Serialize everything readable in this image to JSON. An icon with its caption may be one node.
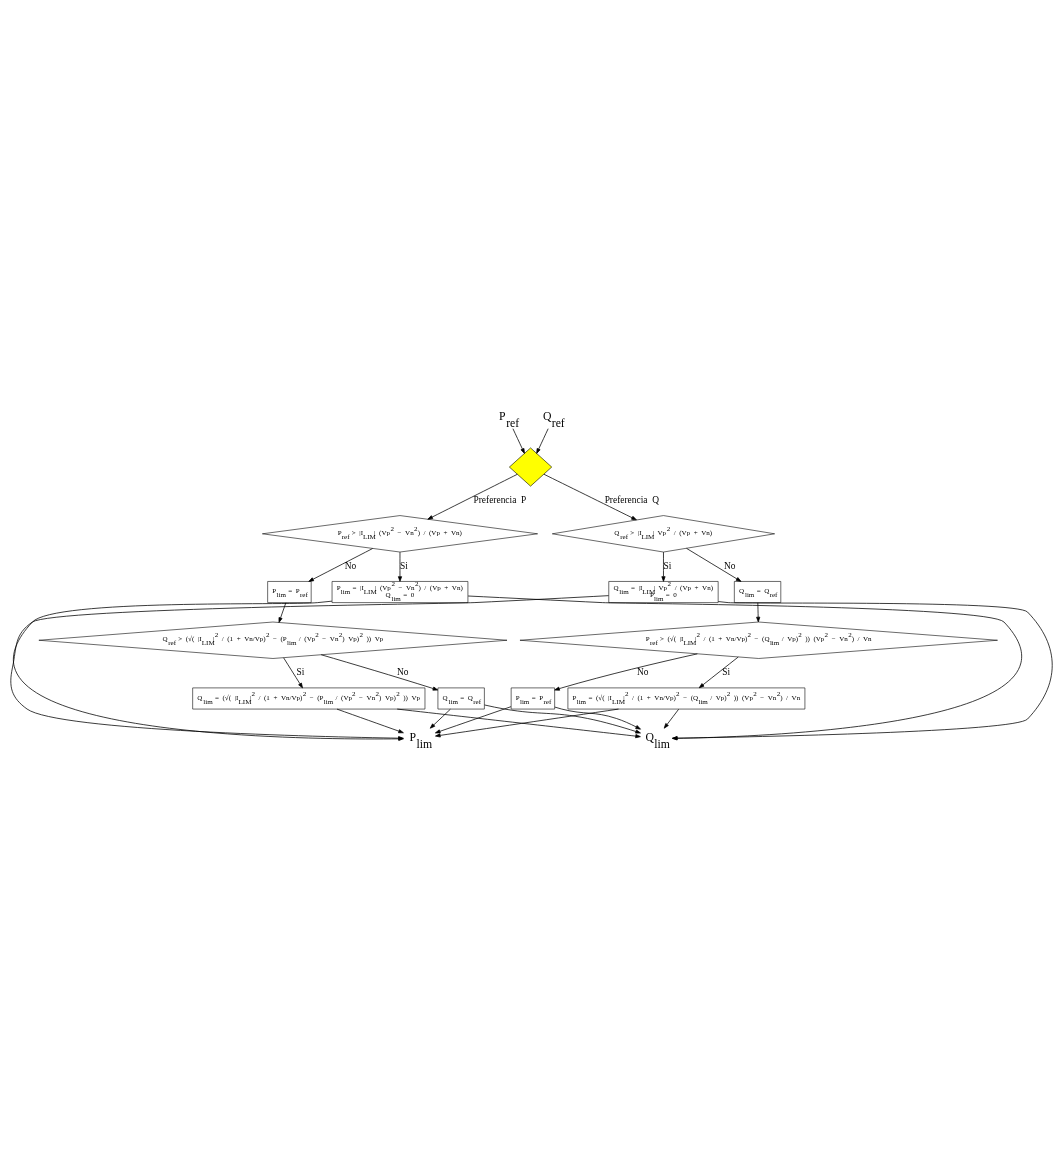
{
  "diagram": {
    "nodes": [
      {
        "text": [
          "P$_{ref}$"
        ]
      },
      {
        "text": [
          "Q$_{ref}$"
        ]
      },
      {
        "text": [],
        "shape": "diamond"
      },
      {
        "text": [
          "P$_{ref}$ > |I$_{LIM}$| (Vp$^{2}$ − Vn$^{2}$) / (Vp + Vn)"
        ]
      },
      {
        "text": [
          "Q$_{ref}$ > |I$_{LIM}$| Vp$^{2}$ / (Vp + Vn)"
        ]
      },
      {
        "text": [
          "P$_{lim}$ = P$_{ref}$"
        ]
      },
      {
        "text": [
          "P$_{lim}$ = |I$_{LIM}$| (Vp$^{2}$ − Vn$^{2}$) / (Vp + Vn)",
          "Q$_{lim}$ = 0"
        ]
      },
      {
        "text": [
          "Q$_{lim}$ = |I$_{LIM}$| Vp$^{2}$ / (Vp + Vn)",
          "P$_{lim}$ = 0"
        ]
      },
      {
        "text": [
          "Q$_{lim}$ = Q$_{ref}$"
        ]
      },
      {
        "text": [
          "Q$_{ref}$ > (√( |I$_{LIM}$|$^{2}$ / (1 + Vn/Vp)$^{2}$ − (P$_{lim}$ / (Vp$^{2}$ − Vn$^{2}$) Vp)$^{2}$ )) Vp"
        ]
      },
      {
        "text": [
          "P$_{ref}$ > (√( |I$_{LIM}$|$^{2}$ / (1 + Vn/Vp)$^{2}$ − (Q$_{lim}$ / Vp)$^{2}$ )) (Vp$^{2}$ − Vn$^{2}$) / Vn"
        ]
      },
      {
        "text": [
          "Q$_{lim}$ = (√( |I$_{LIM}$|$^{2}$ / (1 + Vn/Vp)$^{2}$ − (P$_{lim}$ / (Vp$^{2}$ − Vn$^{2}$) Vp)$^{2}$ )) Vp"
        ]
      },
      {
        "text": [
          "Q$_{lim}$ = Q$_{ref}$"
        ]
      },
      {
        "text": [
          "P$_{lim}$ = P$_{ref}$"
        ]
      },
      {
        "text": [
          "P$_{lim}$ = (√( |I$_{LIM}$|$^{2}$ / (1 + Vn/Vp)$^{2}$ − (Q$_{lim}$ / Vp)$^{2}$ )) (Vp$^{2}$ − Vn$^{2}$) / Vn"
        ]
      },
      {
        "text": [
          "P$_{lim}$"
        ]
      },
      {
        "text": [
          "Q$_{lim}$"
        ]
      }
    ],
    "edges": [
      {
        "from": 0,
        "to": 2,
        "arrow": "to"
      },
      {
        "from": 1,
        "to": 2,
        "arrow": "to"
      },
      {
        "from": 2,
        "to": 3,
        "arrow": "to",
        "label": "Preferencia P"
      },
      {
        "from": 2,
        "to": 4,
        "arrow": "to",
        "label": "Preferencia Q"
      },
      {
        "from": 3,
        "to": 6,
        "arrow": "to",
        "label": "Si"
      },
      {
        "from": 3,
        "to": 5,
        "arrow": "to",
        "label": "No"
      },
      {
        "from": 4,
        "to": 7,
        "arrow": "to",
        "label": "Si"
      },
      {
        "from": 4,
        "to": 8,
        "arrow": "to",
        "label": "No"
      },
      {
        "from": 5,
        "to": 9,
        "arrow": "to"
      },
      {
        "from": 8,
        "to": 10,
        "arrow": "to"
      },
      {
        "from": 9,
        "to": 11,
        "arrow": "to",
        "label": "Si"
      },
      {
        "from": 9,
        "to": 12,
        "arrow": "to",
        "label": "No"
      },
      {
        "from": 10,
        "to": 13,
        "arrow": "to",
        "label": "No"
      },
      {
        "from": 10,
        "to": 14,
        "arrow": "to",
        "label": "Si"
      },
      {
        "from": 6,
        "to": 15,
        "arrow": "to"
      },
      {
        "from": 6,
        "to": 16,
        "arrow": "to"
      },
      {
        "from": 7,
        "to": 15,
        "arrow": "to"
      },
      {
        "from": 7,
        "to": 16,
        "arrow": "to"
      },
      {
        "from": 11,
        "to": 15,
        "arrow": "to"
      },
      {
        "from": 11,
        "to": 16,
        "arrow": "to"
      },
      {
        "from": 12,
        "to": 15,
        "arrow": "to"
      },
      {
        "from": 12,
        "to": 16,
        "arrow": "to"
      },
      {
        "from": 13,
        "to": 15,
        "arrow": "to"
      },
      {
        "from": 13,
        "to": 16,
        "arrow": "to"
      },
      {
        "from": 14,
        "to": 15,
        "arrow": "to"
      },
      {
        "from": 14,
        "to": 16,
        "arrow": "to"
      }
    ]
  }
}
